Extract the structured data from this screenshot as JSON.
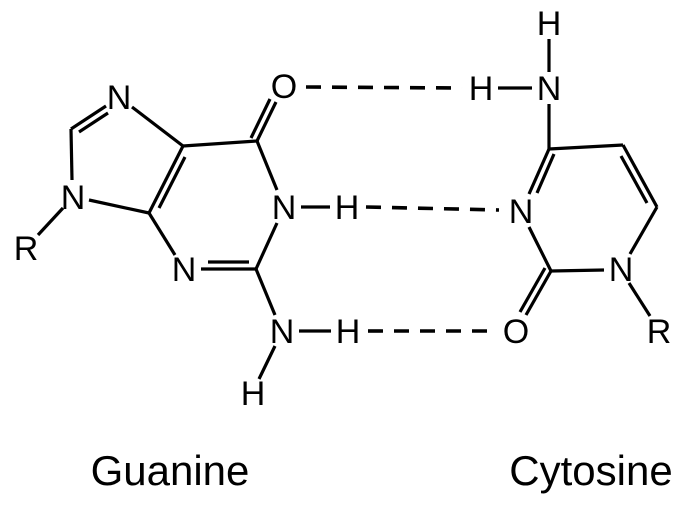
{
  "colors": {
    "ink": "#000000",
    "background": "#ffffff"
  },
  "guanine": {
    "name": "Guanine",
    "atom_labels": {
      "n7": "N",
      "n9": "N",
      "r": "R",
      "o6": "O",
      "n1": "N",
      "h1": "H",
      "n3": "N",
      "n2": "N",
      "h2a": "H",
      "h2b": "H"
    }
  },
  "cytosine": {
    "name": "Cytosine",
    "atom_labels": {
      "h4a": "H",
      "n4": "N",
      "h4b": "H",
      "n3": "N",
      "o2": "O",
      "n1": "N",
      "r": "R"
    }
  },
  "hydrogen_bonds": [
    {
      "from": "guanine-O6",
      "to": "cytosine-N4-H"
    },
    {
      "from": "guanine-N1-H",
      "to": "cytosine-N3"
    },
    {
      "from": "guanine-N2-H",
      "to": "cytosine-O2"
    }
  ]
}
